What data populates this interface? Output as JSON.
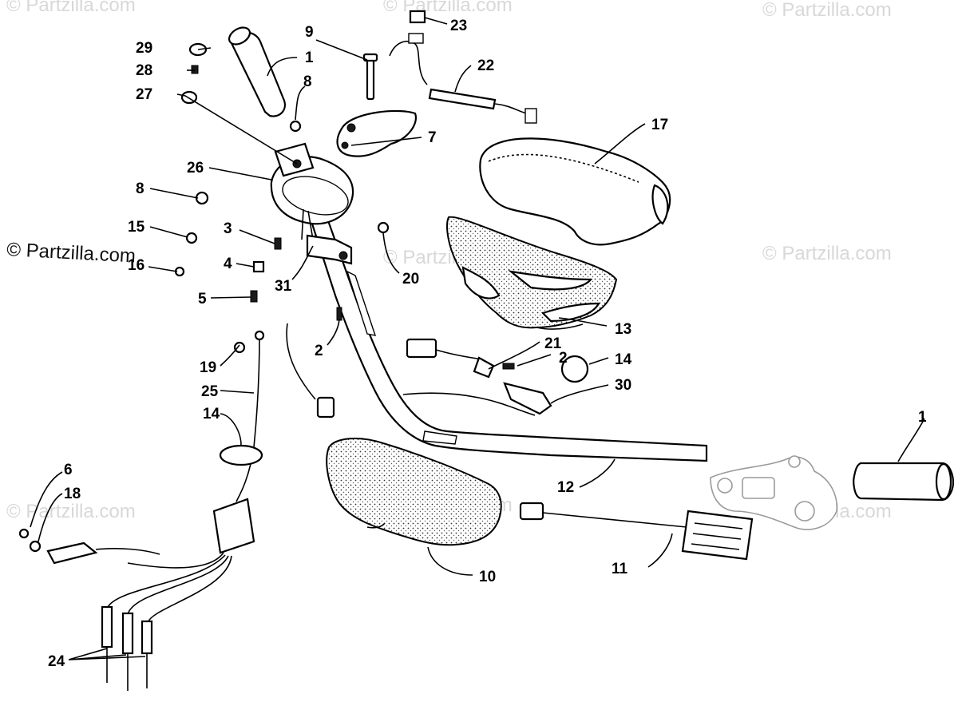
{
  "watermarks": {
    "main": "© Partzilla.com",
    "faint": "© Partzilla.com"
  },
  "callouts": {
    "c1a": "1",
    "c1b": "1",
    "c2a": "2",
    "c2b": "2",
    "c3": "3",
    "c4": "4",
    "c5": "5",
    "c6": "6",
    "c7": "7",
    "c8a": "8",
    "c8b": "8",
    "c9": "9",
    "c10": "10",
    "c11": "11",
    "c12": "12",
    "c13": "13",
    "c14a": "14",
    "c14b": "14",
    "c15": "15",
    "c16": "16",
    "c17": "17",
    "c18": "18",
    "c19": "19",
    "c20": "20",
    "c21": "21",
    "c22": "22",
    "c23": "23",
    "c24": "24",
    "c25": "25",
    "c26": "26",
    "c27": "27",
    "c28": "28",
    "c29": "29",
    "c30": "30",
    "c31": "31"
  }
}
